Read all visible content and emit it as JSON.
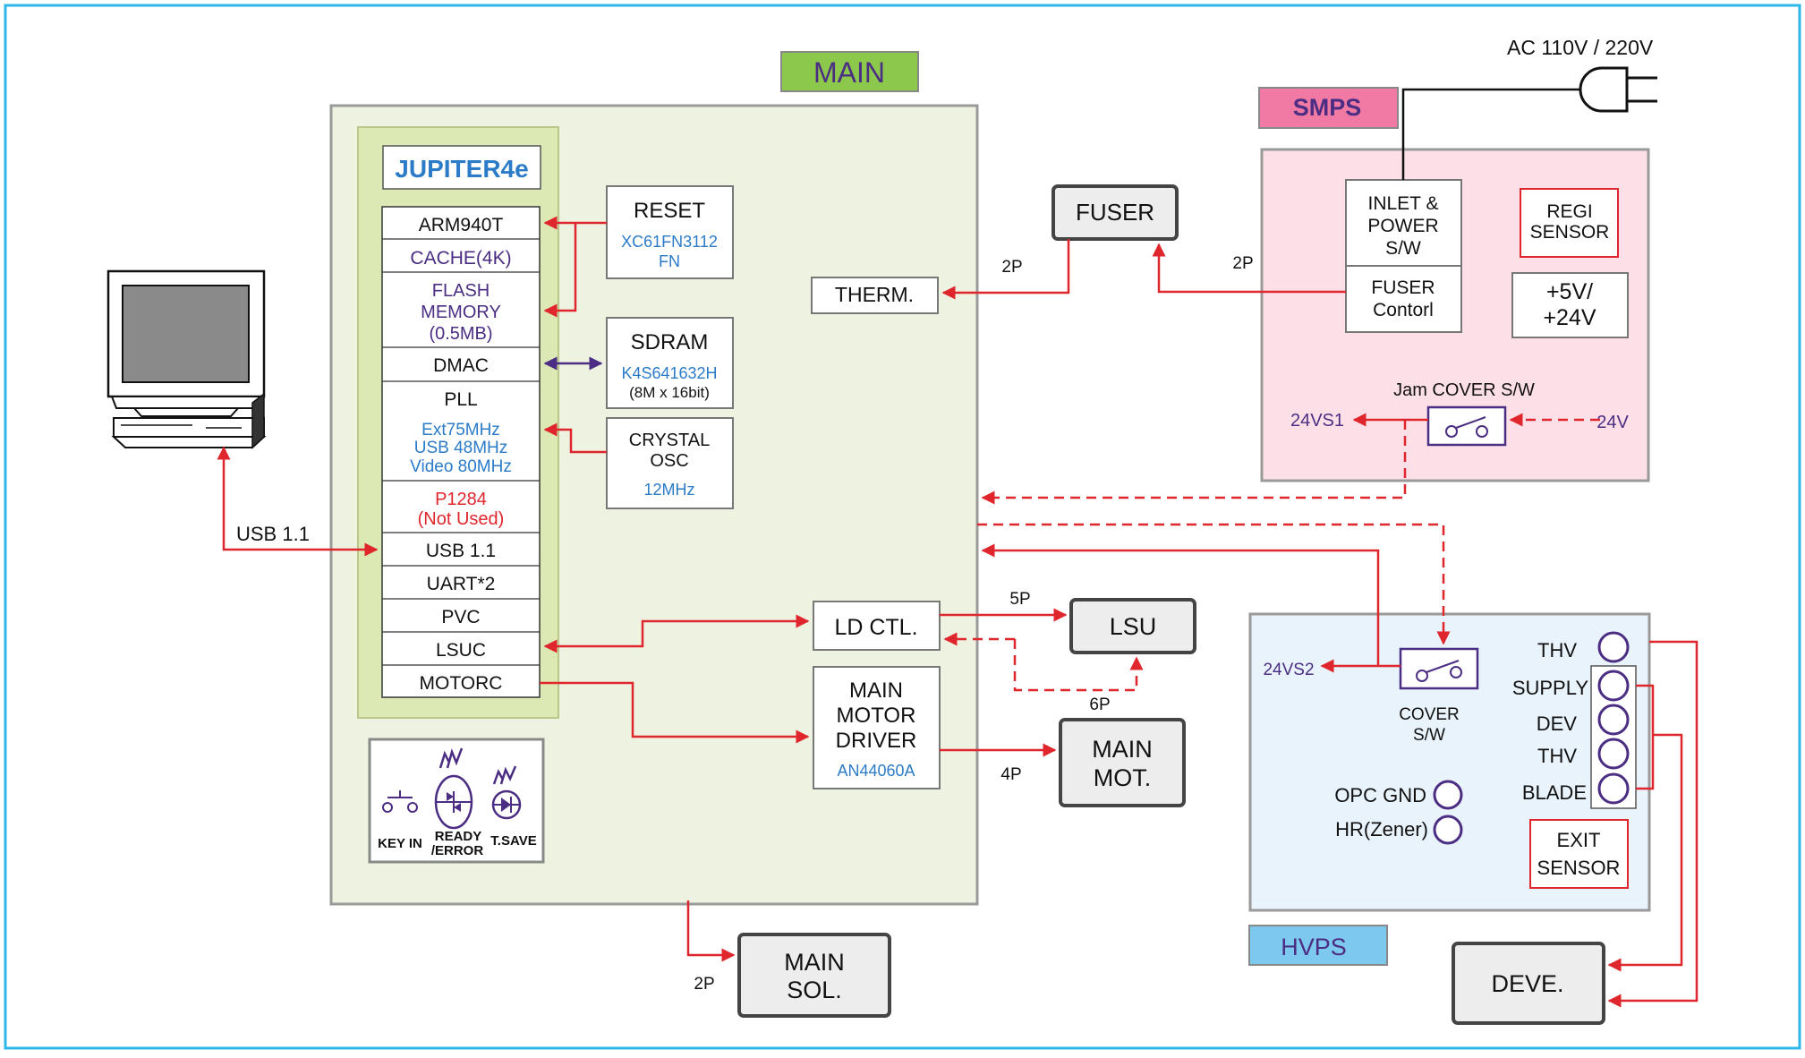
{
  "headers": {
    "main": "MAIN",
    "smps": "SMPS",
    "hvps": "HVPS"
  },
  "power_source": "AC 110V /  220V",
  "jupiter": {
    "title": "JUPITER4e",
    "blocks": {
      "arm": "ARM940T",
      "cache": "CACHE(4K)",
      "flash": [
        "FLASH",
        "MEMORY",
        "(0.5MB)"
      ],
      "dmac": "DMAC",
      "pll": "PLL",
      "pll_detail": [
        "Ext75MHz",
        "USB  48MHz",
        "Video  80MHz"
      ],
      "p1284": [
        "P1284",
        "(Not  Used)"
      ],
      "usb": "USB  1.1",
      "uart": "UART*2",
      "pvc": "PVC",
      "lsuc": "LSUC",
      "motorc": "MOTORC"
    }
  },
  "reset": {
    "label": "RESET",
    "part": [
      "XC61FN3112",
      "FN"
    ]
  },
  "sdram": {
    "label": "SDRAM",
    "part": "K4S641632H",
    "spec": "(8M  x  16bit)"
  },
  "crystal": {
    "label": [
      "CRYSTAL",
      "OSC"
    ],
    "freq": "12MHz"
  },
  "panel_labels": {
    "key": "KEY IN",
    "ready": [
      "READY",
      "/ERROR"
    ],
    "tsave": "T.SAVE"
  },
  "usb_link": "USB  1.1",
  "therm": "THERM.",
  "fuser": "FUSER",
  "ld_ctl": "LD  CTL.",
  "lsu": "LSU",
  "motor_driver": {
    "label": [
      "MAIN",
      "MOTOR",
      "DRIVER"
    ],
    "part": "AN44060A"
  },
  "main_mot": [
    "MAIN",
    "MOT."
  ],
  "main_sol": [
    "MAIN",
    "SOL."
  ],
  "deve": "DEVE.",
  "smps_box": {
    "inlet": [
      "INLET  &",
      "POWER",
      "S/W"
    ],
    "fuser_control": [
      "FUSER",
      "Contorl"
    ],
    "regi": [
      "REGI",
      "SENSOR"
    ],
    "voltages": [
      "+5V/",
      "+24V"
    ],
    "jam_cover": "Jam COVER S/W",
    "v_out": "24VS1",
    "v_in": "24V"
  },
  "hvps_box": {
    "v_out": "24VS2",
    "cover_sw": [
      "COVER",
      "S/W"
    ],
    "terminals": [
      "THV",
      "SUPPLY",
      "DEV",
      "THV",
      "BLADE"
    ],
    "opc_gnd": "OPC GND",
    "hr": "HR(Zener)",
    "exit": [
      "EXIT",
      "SENSOR"
    ]
  },
  "connectors": {
    "therm": "2P",
    "fuser": "2P",
    "lsu_power": "5P",
    "lsu_signal": "6P",
    "motor": "4P",
    "sol": "2P"
  },
  "colors": {
    "main_bg": "#eef3e1",
    "jupiter_bg": "#dde9b4",
    "smps_bg": "#fde0e7",
    "hvps_bg": "#e9f3fb",
    "main_header": "#8cc84b",
    "smps_header": "#f07aa4",
    "hvps_header": "#7dc8ee",
    "wire": "#e0262d",
    "purple": "#4b2e83",
    "blue_text": "#2b7bc8",
    "frame": "#2eb7e6"
  }
}
